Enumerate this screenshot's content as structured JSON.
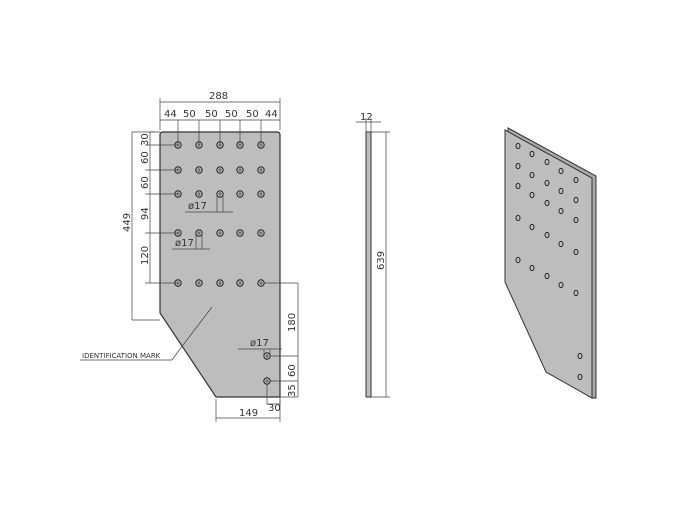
{
  "drawing": {
    "front_view": {
      "overall_width": "288",
      "top_spacings": [
        "44",
        "50",
        "50",
        "50",
        "50",
        "44"
      ],
      "left_spacings": [
        "30",
        "60",
        "60",
        "94",
        "120"
      ],
      "overall_height_left": "449",
      "hole_diameter_1": "ø17",
      "hole_diameter_2": "ø17",
      "hole_diameter_3": "ø17",
      "right_vertical": [
        "180",
        "60",
        "35"
      ],
      "bottom_offset": "30",
      "bottom_width": "149",
      "identification_label": "IDENTIFICATION MARK"
    },
    "side_view": {
      "thickness": "12",
      "height": "639"
    },
    "iso_view": {
      "description": "isometric plate"
    },
    "colors": {
      "plate_fill": "#bdbdbd",
      "outline": "#333333",
      "dim_line": "#444444"
    }
  }
}
